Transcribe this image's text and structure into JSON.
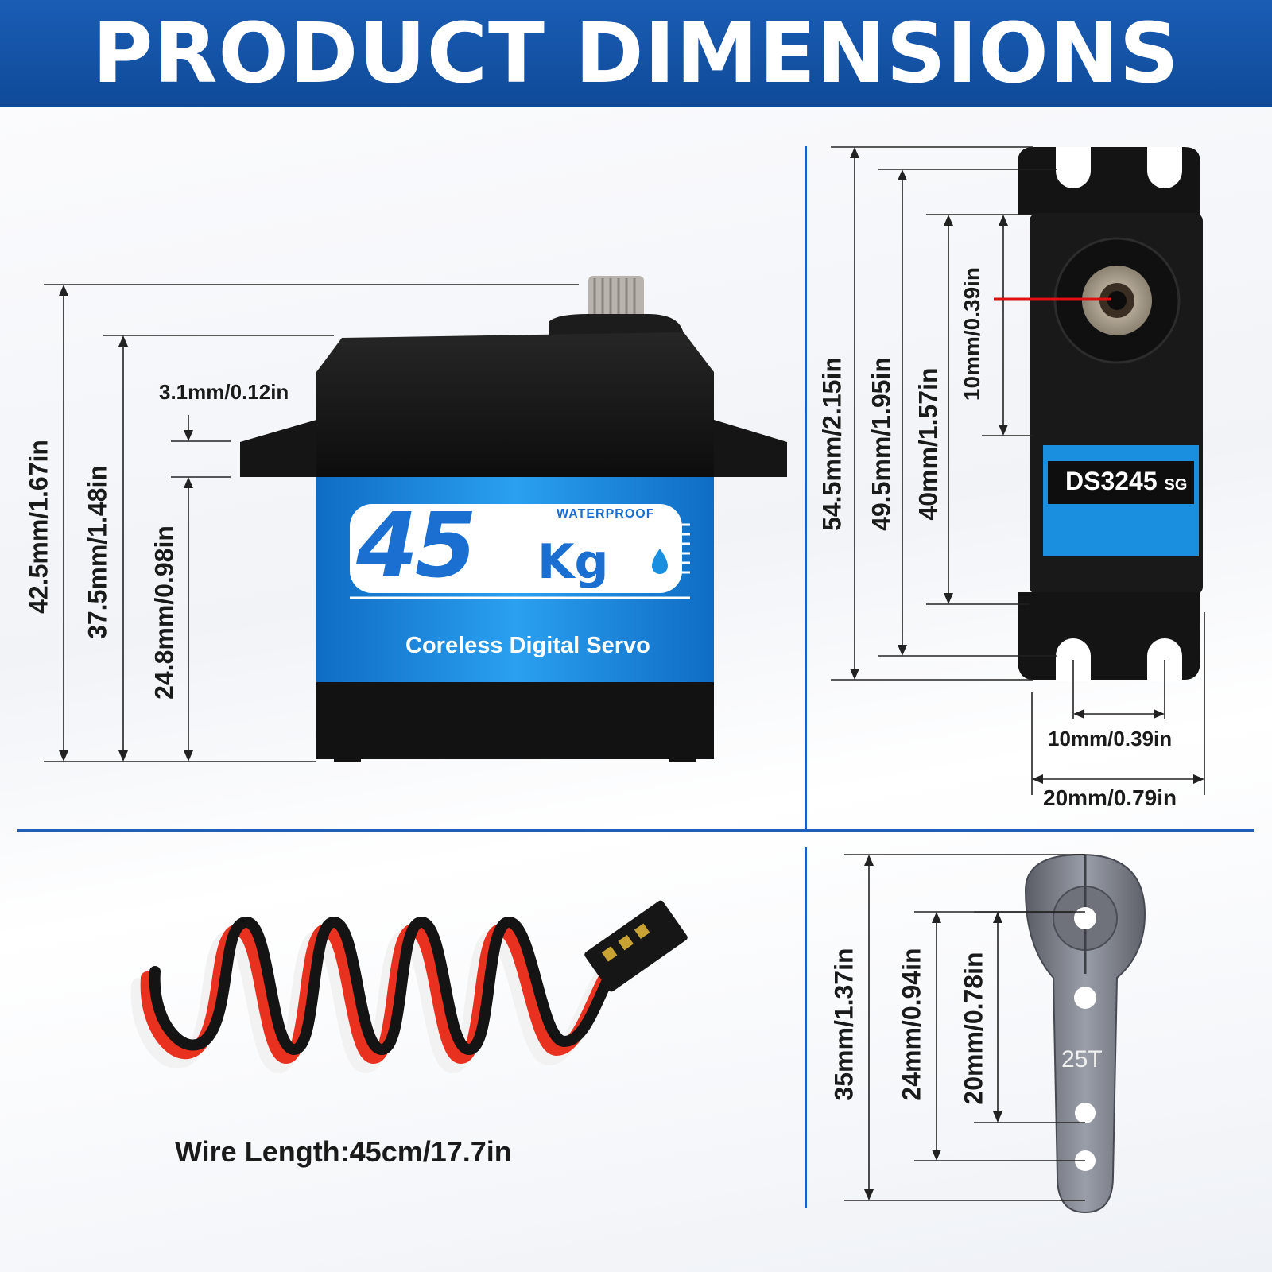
{
  "header": {
    "title": "PRODUCT DIMENSIONS"
  },
  "servo_front": {
    "badge_number": "45",
    "badge_unit": "Kg",
    "badge_tag": "WATERPROOF",
    "subtitle": "Coreless Digital Servo",
    "dim_total_height": "42.5mm/1.67in",
    "dim_case_height": "37.5mm/1.48in",
    "dim_lower_height": "24.8mm/0.98in",
    "dim_flange_thickness": "3.1mm/0.12in"
  },
  "servo_top": {
    "model_main": "DS3245",
    "model_suffix": "SG",
    "dim_total_length": "54.5mm/2.15in",
    "dim_hole_spacing": "49.5mm/1.95in",
    "dim_body_length": "40mm/1.57in",
    "dim_shaft_offset": "10mm/0.39in",
    "dim_hole_gap": "10mm/0.39in",
    "dim_width": "20mm/0.79in"
  },
  "wire": {
    "caption": "Wire Length:45cm/17.7in"
  },
  "horn": {
    "teeth_label": "25T",
    "dim_total": "35mm/1.37in",
    "dim_mid": "24mm/0.94in",
    "dim_short": "20mm/0.78in"
  },
  "colors": {
    "brand_blue": "#1a5db5",
    "servo_blue": "#1a8fe0",
    "servo_black": "#141414"
  }
}
